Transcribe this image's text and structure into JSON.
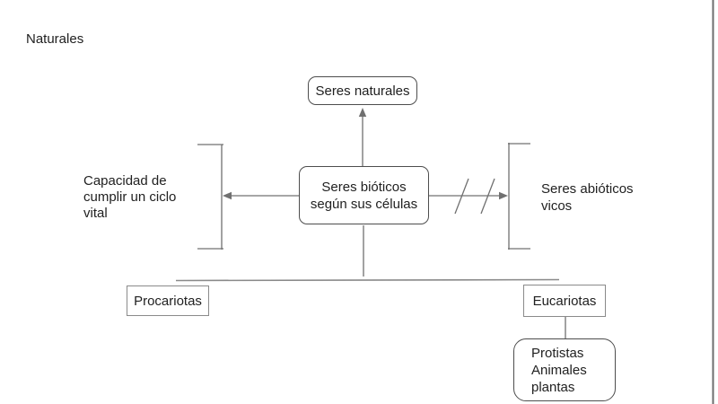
{
  "colors": {
    "background": "#ffffff",
    "connector": "#707070",
    "rounded_box_border": "#4d4d4d",
    "rect_box_border": "#8a8a8a",
    "text": "#212121",
    "canvas_edge": "#6e6e6e"
  },
  "canvas": {
    "title": "Naturales"
  },
  "nodes": {
    "seres_naturales": {
      "label": "Seres naturales"
    },
    "seres_bioticos": {
      "label": "Seres bióticos\nsegún sus células"
    },
    "procariotas": {
      "label": "Procariotas"
    },
    "eucariotas": {
      "label": "Eucariotas"
    },
    "protistas": {
      "label": "Protistas\nAnimales\nplantas"
    }
  },
  "annotations": {
    "left": "Capacidad de\ncumplir un ciclo\nvital",
    "right": "Seres abióticos\nvicos"
  }
}
